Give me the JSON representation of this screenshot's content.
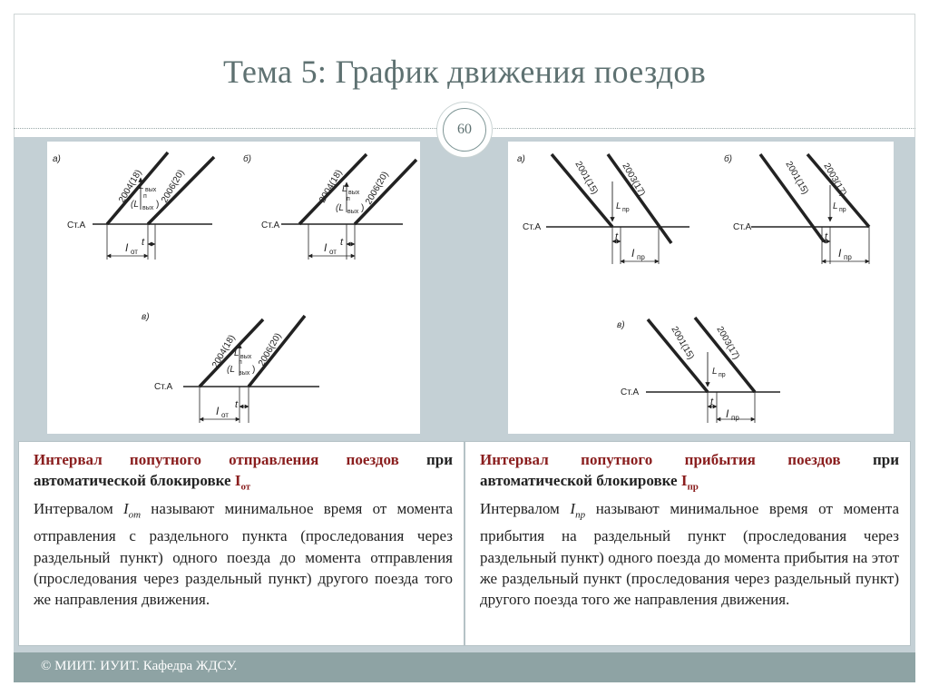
{
  "header": {
    "title": "Тема 5: График движения поездов",
    "page_number": "60"
  },
  "footer": {
    "text": "© МИИТ. ИУИТ. Кафедра ЖДСУ."
  },
  "figures": {
    "departure": {
      "a": {
        "panel": "а)",
        "train1": "2004(18)",
        "train2": "2006(20)",
        "station": "Ст.А",
        "interval": "I",
        "interval_sub": "от",
        "t": "t",
        "L1": "L",
        "L1_sub": "вых",
        "L2": "(L",
        "L2_sub": "вых",
        "L2_end": ")",
        "n": "п"
      },
      "b": {
        "panel": "б)",
        "train1": "2004(18)",
        "train2": "2006(20)",
        "station": "Ст.А",
        "interval": "I",
        "interval_sub": "от",
        "t": "t",
        "L1": "L",
        "L1_sub": "вых",
        "L2": "(L",
        "L2_sub": "вых",
        "L2_end": ")",
        "n": "п"
      },
      "c": {
        "panel": "в)",
        "train1": "2004(18)",
        "train2": "2006(20)",
        "station": "Ст.А",
        "interval": "I",
        "interval_sub": "от",
        "t": "t",
        "L1": "L",
        "L1_sub": "вых",
        "L2": "(L",
        "L2_sub": "вых",
        "L2_end": ")",
        "n": "п"
      }
    },
    "arrival": {
      "a": {
        "panel": "а)",
        "train1": "2001(15)",
        "train2": "2003(17)",
        "station": "Ст.А",
        "interval": "I",
        "interval_sub": "пр",
        "t": "t",
        "L": "L",
        "L_sub": "пр"
      },
      "b": {
        "panel": "б)",
        "train1": "2001(15)",
        "train2": "2003(17)",
        "station": "Ст.А",
        "interval": "I",
        "interval_sub": "пр",
        "t": "t",
        "L": "L",
        "L_sub": "пр"
      },
      "c": {
        "panel": "в)",
        "train1": "2001(15)",
        "train2": "2003(17)",
        "station": "Ст.А",
        "interval": "I",
        "interval_sub": "пр",
        "t": "t",
        "L": "L",
        "L_sub": "пр"
      }
    }
  },
  "left_box": {
    "heading": "Интервал попутного отправления поездов",
    "heading2": "при автоматической блокировке",
    "symbol": "I",
    "symbol_sub": "от",
    "intro": "Интервалом",
    "intro_symbol": "I",
    "intro_sub": "от",
    "body": "называют минимальное время от момента отправления с раздельного пункта (проследования через раздельный пункт) одного поезда до момента отправления (проследования через раздельный пункт) другого поезда того же направления движения."
  },
  "right_box": {
    "heading": "Интервал попутного прибытия поездов",
    "heading2": "при автоматической блокировке",
    "symbol": "I",
    "symbol_sub": "пр",
    "intro": "Интервалом",
    "intro_symbol": "I",
    "intro_sub": "пр",
    "body": "называют минимальное время от момента прибытия на раздельный пункт (проследования через раздельный пункт) одного поезда до момента прибытия на этот же раздельный пункт (проследования через раздельный пункт) другого поезда того же направления движения."
  }
}
